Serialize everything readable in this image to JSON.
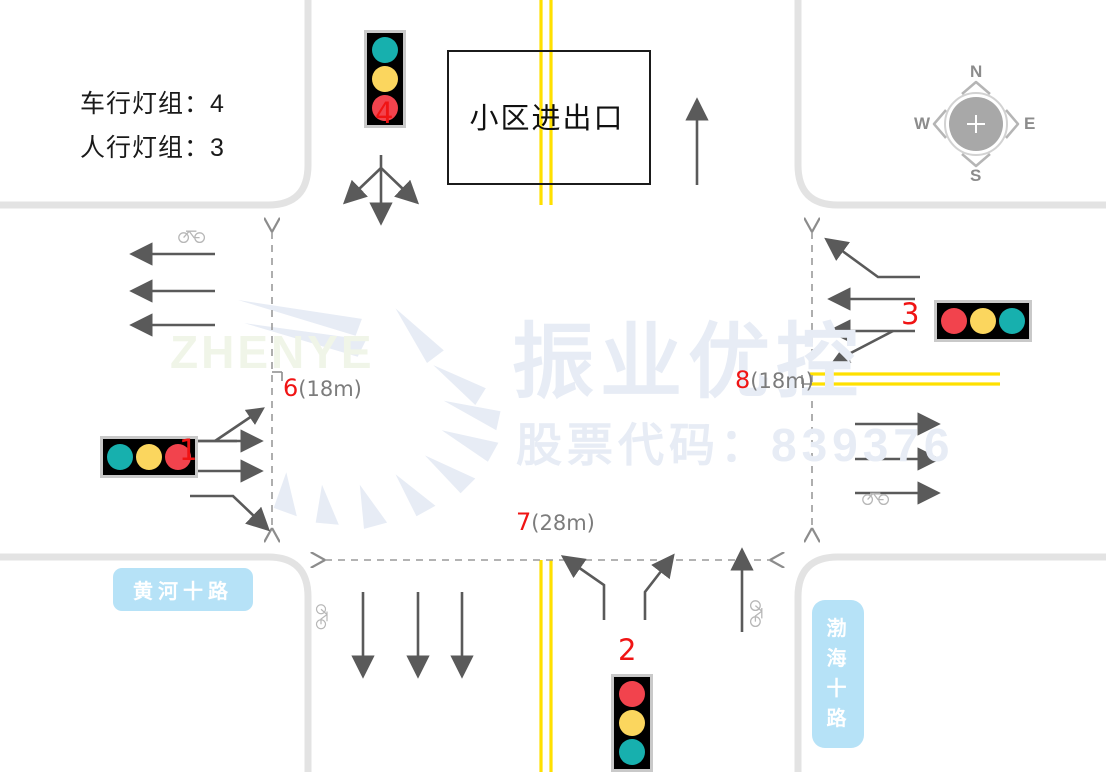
{
  "page": {
    "title": "交叉口渠化图",
    "background": "#ffffff",
    "road_color": "#e3e3e3"
  },
  "counters": {
    "vehicle_light_groups": "车行灯组：4",
    "pedestrian_light_groups": "人行灯组：3"
  },
  "zone": {
    "label": "小区进出口"
  },
  "streets": {
    "horizontal": "黄河十路",
    "vertical": [
      "渤",
      "海",
      "十",
      "路"
    ],
    "badge_color": "#b6e2f7",
    "badge_text_color": "#ffffff"
  },
  "compass": {
    "north": "N",
    "east": "E",
    "south": "S",
    "west": "W",
    "color": "#8c8c8c"
  },
  "traffic_lights": [
    {
      "id": "1",
      "number": "1",
      "orientation": "horizontal",
      "bulbs": [
        "green",
        "yellow",
        "red"
      ],
      "approach": "west"
    },
    {
      "id": "2",
      "number": "2",
      "orientation": "vertical",
      "bulbs": [
        "red",
        "yellow",
        "green"
      ],
      "approach": "south"
    },
    {
      "id": "3",
      "number": "3",
      "orientation": "horizontal",
      "bulbs": [
        "red",
        "yellow",
        "green"
      ],
      "approach": "east"
    },
    {
      "id": "4",
      "number": "4",
      "orientation": "vertical",
      "bulbs": [
        "green",
        "yellow",
        "red"
      ],
      "approach": "north"
    }
  ],
  "bulb_colors": {
    "red": "#f2434d",
    "yellow": "#fbd65e",
    "green": "#17b0ae"
  },
  "crosswalk_dimensions": [
    {
      "number": "6",
      "distance": "(18m)",
      "position": "west-crossing"
    },
    {
      "number": "7",
      "distance": "(28m)",
      "position": "south-crossing"
    },
    {
      "number": "8",
      "distance": "(18m)",
      "position": "east-crossing"
    }
  ],
  "number_color": "#f01414",
  "dimension_text_color": "#7c7c7c",
  "markings": {
    "center_line_color": "#ffe000",
    "arrow_color": "#5a5a5a",
    "dashed_color": "#9a9a9a"
  },
  "watermarks": {
    "brand_cn": "振业优控",
    "stock_code": "股票代码：839376",
    "brand_en": "ZHENYE"
  }
}
